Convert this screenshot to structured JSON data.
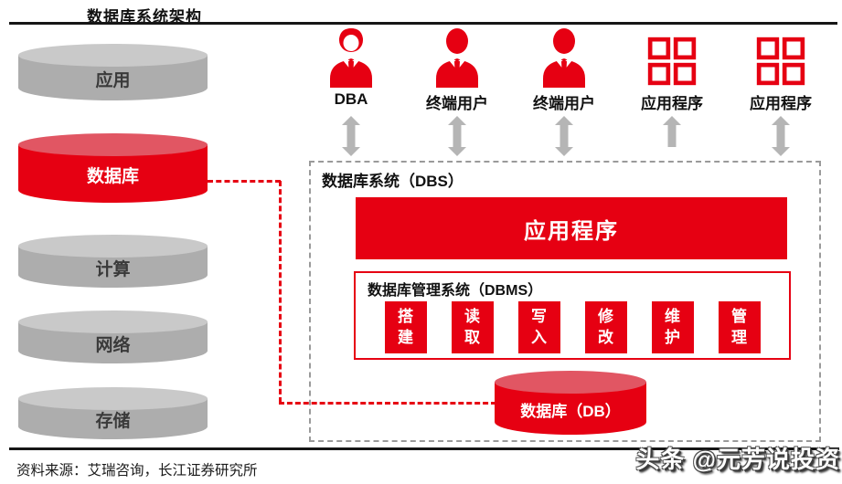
{
  "page": {
    "title": "数据库系统架构"
  },
  "left_stack": {
    "items": [
      {
        "label": "应用",
        "variant": "gray"
      },
      {
        "label": "数据库",
        "variant": "red"
      },
      {
        "label": "计算",
        "variant": "gray"
      },
      {
        "label": "网络",
        "variant": "gray"
      },
      {
        "label": "存储",
        "variant": "gray"
      }
    ]
  },
  "actors": [
    {
      "label": "DBA",
      "icon": "dba-person-icon"
    },
    {
      "label": "终端用户",
      "icon": "end-user-person-icon"
    },
    {
      "label": "终端用户",
      "icon": "end-user-person-icon"
    },
    {
      "label": "应用程序",
      "icon": "app-grid-icon"
    },
    {
      "label": "应用程序",
      "icon": "app-grid-icon"
    }
  ],
  "dbs_box": {
    "title": "数据库系统（DBS）",
    "app_bar_label": "应用程序",
    "dbms_box": {
      "title": "数据库管理系统（DBMS）",
      "functions": [
        "搭建",
        "读取",
        "写入",
        "修改",
        "维护",
        "管理"
      ]
    },
    "db_cylinder_label": "数据库（DB）"
  },
  "footer": {
    "source": "资料来源：艾瑞咨询，长江证券研究所"
  },
  "watermark": {
    "text": "头条 @元芳说投资"
  },
  "colors": {
    "primary_red": "#e60012",
    "red_cylinder_top": "#e15663",
    "gray_cylinder_body": "#adadad",
    "gray_cylinder_top": "#c9c9c9",
    "arrow_gray": "#b5b5b5",
    "dashed_border_gray": "#9a9a9a"
  }
}
